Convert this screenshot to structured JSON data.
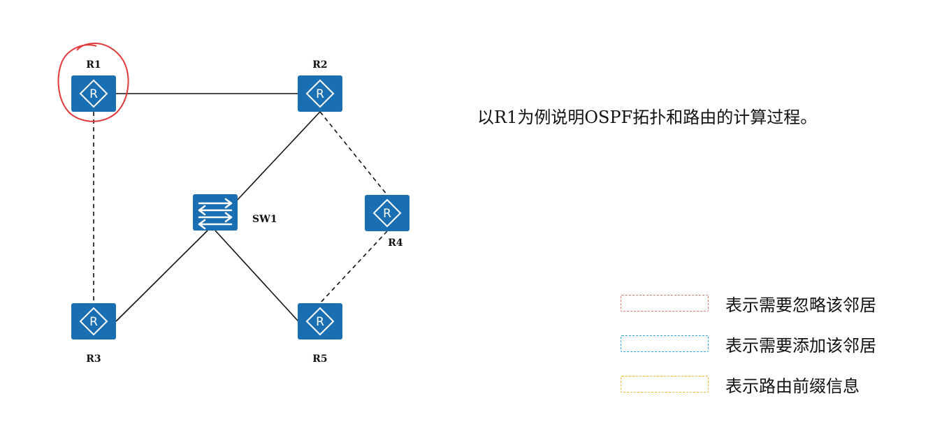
{
  "caption": "以R1为例说明OSPF拓扑和路由的计算过程。",
  "nodes": {
    "r1": {
      "label": "R1"
    },
    "r2": {
      "label": "R2"
    },
    "r3": {
      "label": "R3"
    },
    "r4": {
      "label": "R4"
    },
    "r5": {
      "label": "R5"
    },
    "sw1": {
      "label": "SW1"
    }
  },
  "legend": [
    {
      "text": "表示需要忽略该邻居",
      "color": "#e0786a"
    },
    {
      "text": "表示需要添加该邻居",
      "color": "#29a8e0"
    },
    {
      "text": "表示路由前缀信息",
      "color": "#f2b733"
    }
  ],
  "colors": {
    "device": "#1a6fb3",
    "highlight": "#e03a3a",
    "link": "#111111"
  }
}
